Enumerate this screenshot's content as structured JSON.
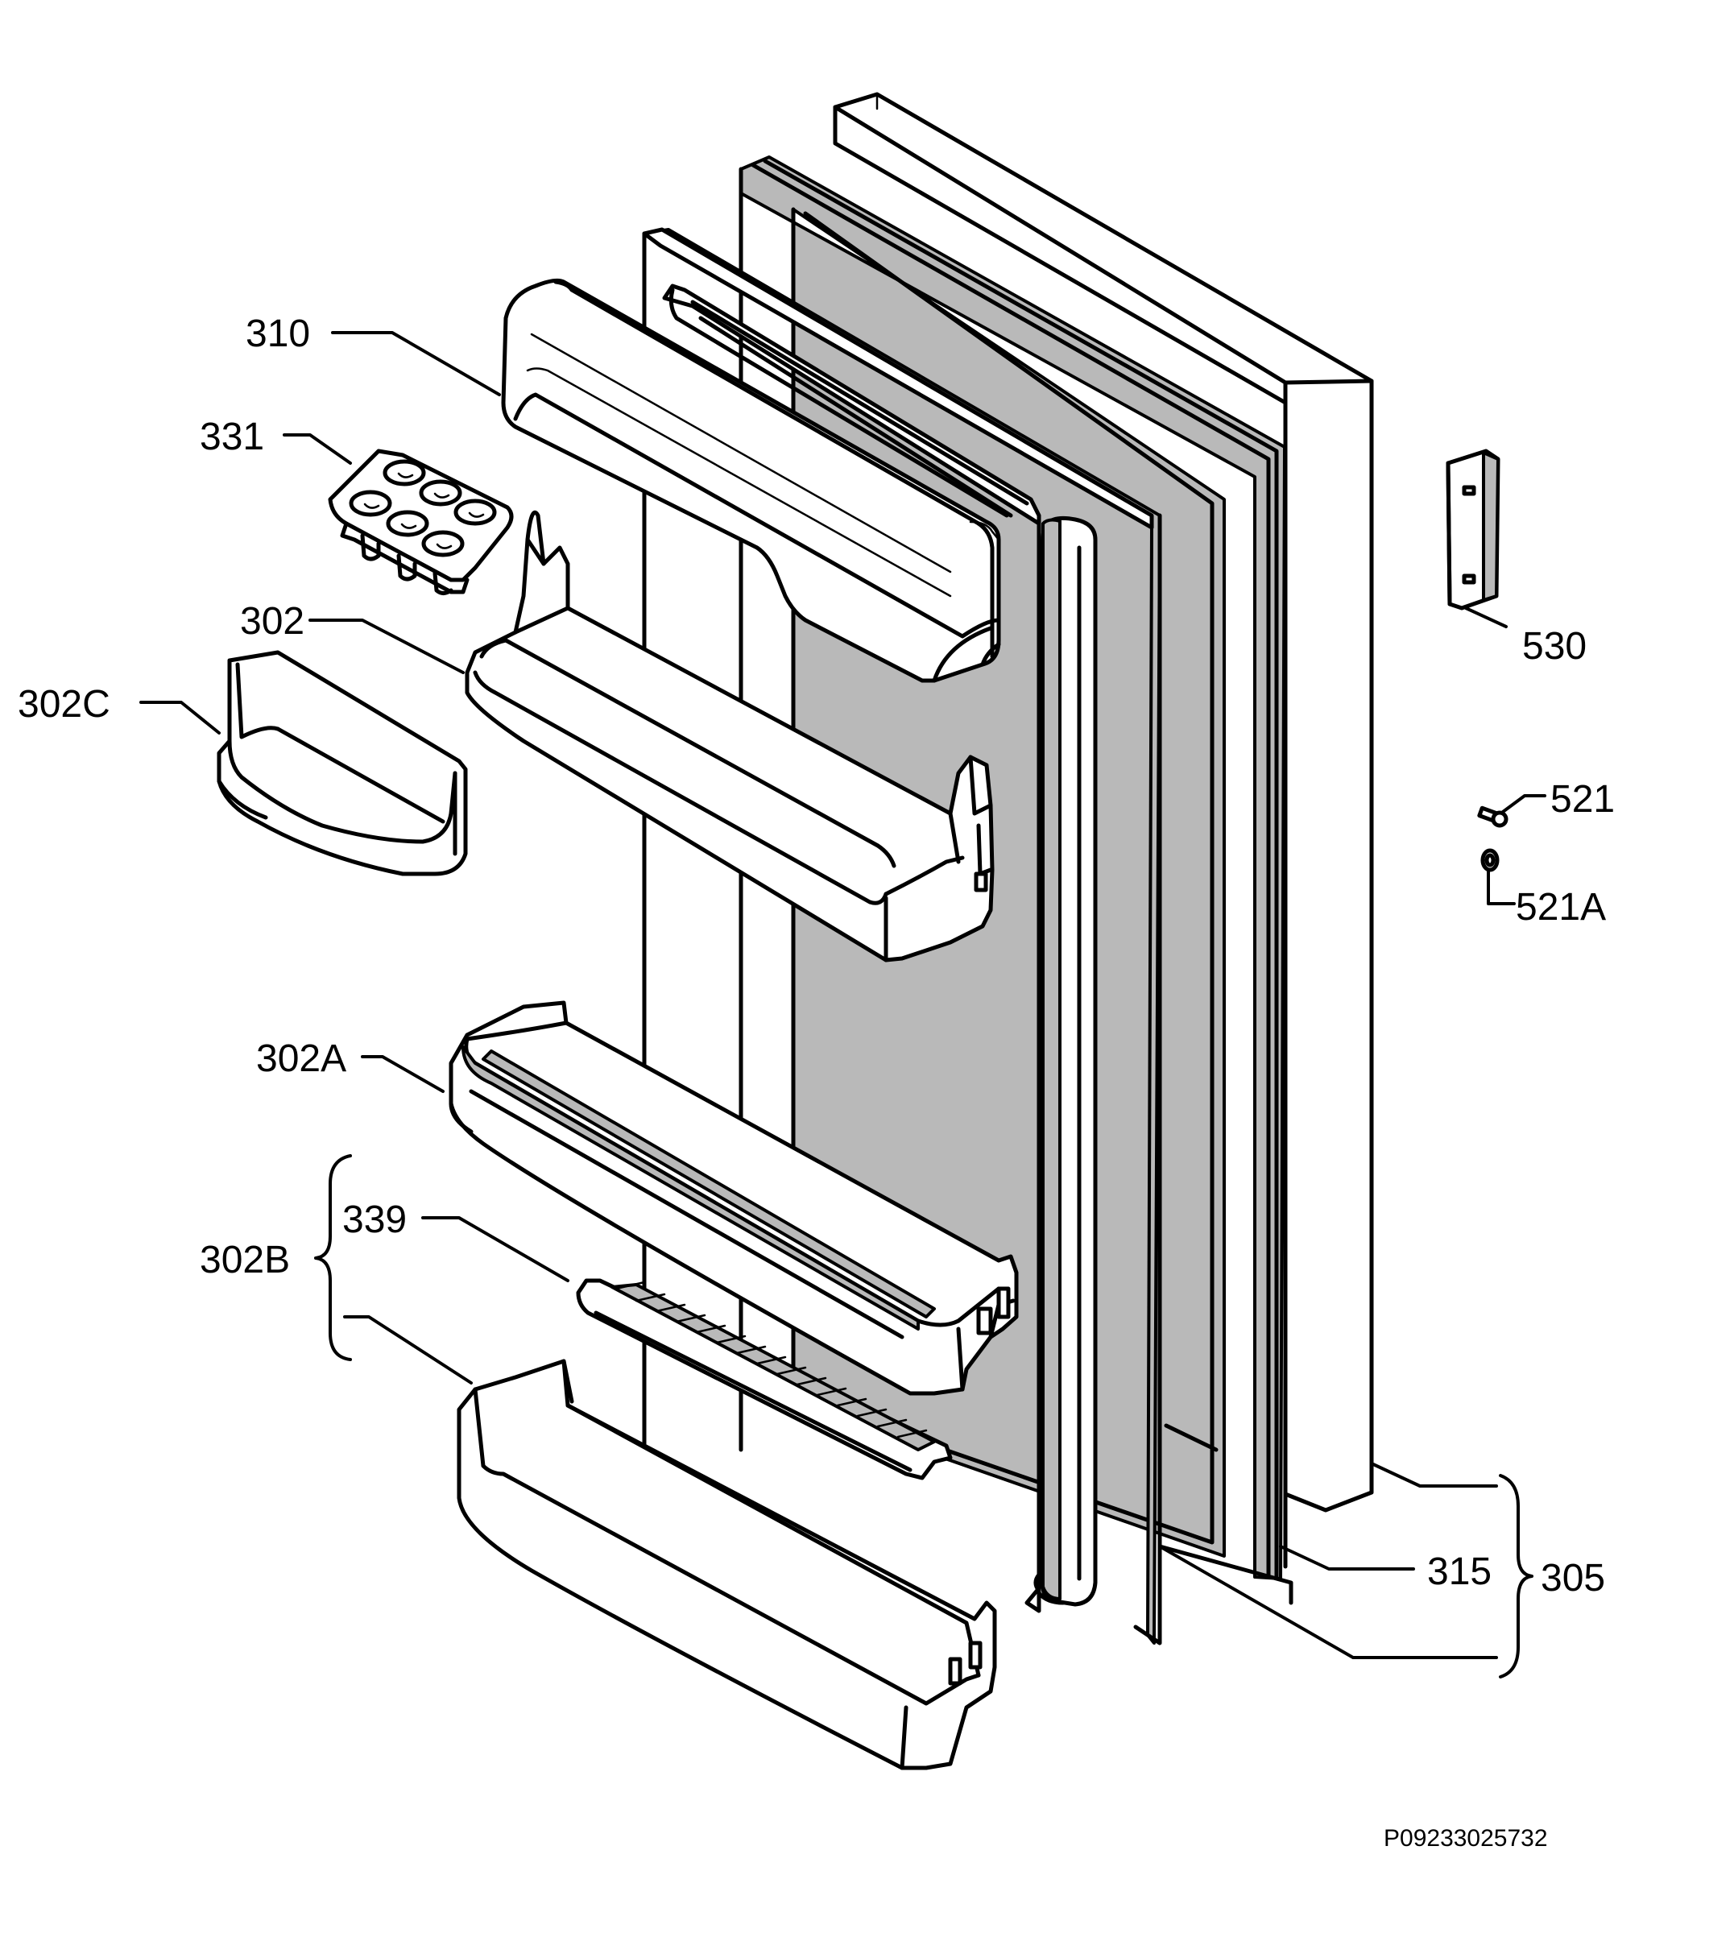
{
  "labels": {
    "p310": "310",
    "p331": "331",
    "p302": "302",
    "p302c": "302C",
    "p302a": "302A",
    "p339": "339",
    "p302b": "302B",
    "p530": "530",
    "p521": "521",
    "p521a": "521A",
    "p315": "315",
    "p305": "305"
  },
  "drawing_code": "P09233025732"
}
